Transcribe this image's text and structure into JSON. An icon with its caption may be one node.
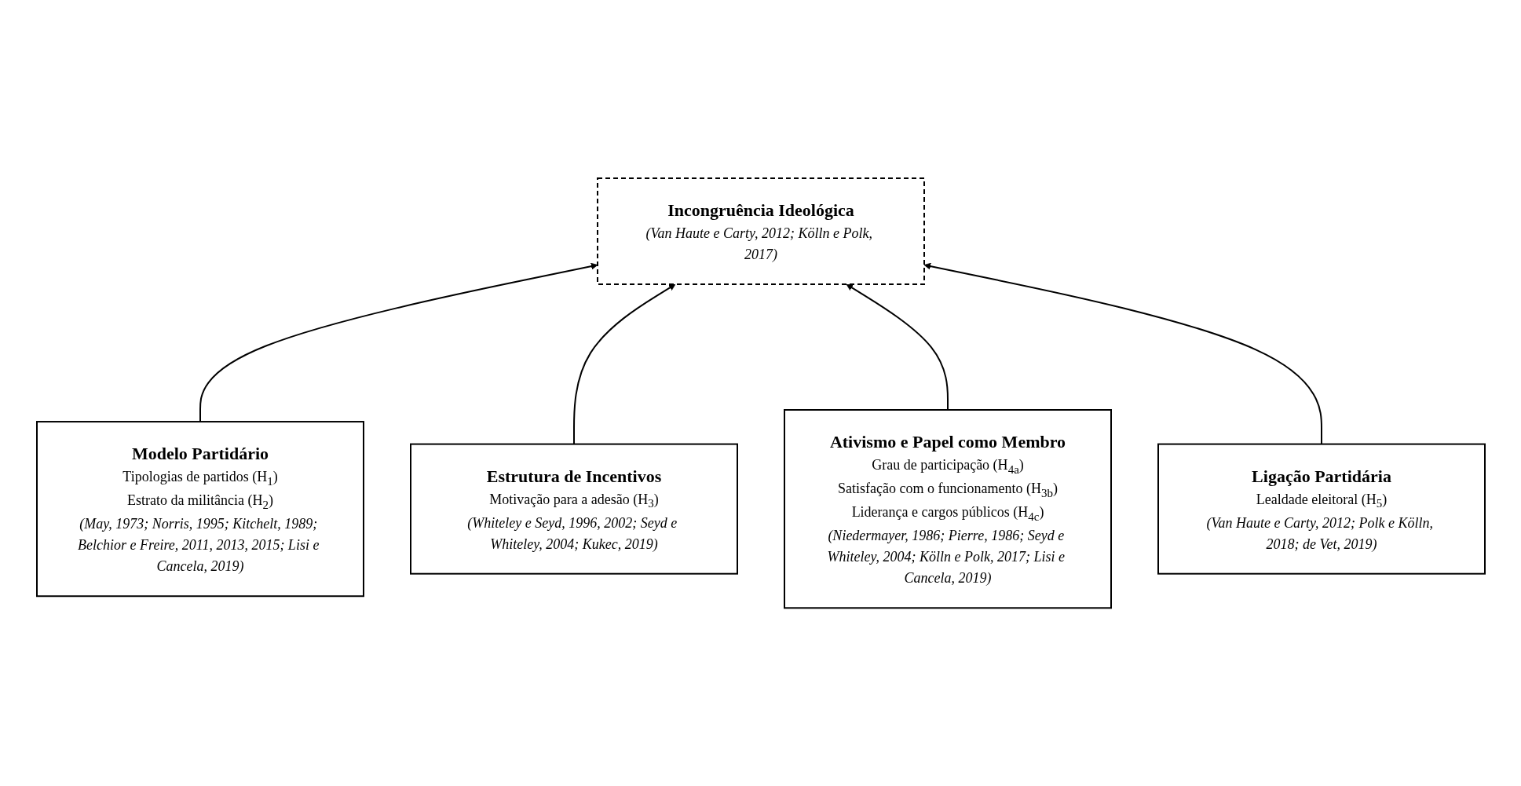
{
  "diagram": {
    "nodes": [
      {
        "text": [
          "Incongruência Ideológica",
          "(Van Haute e Carty, 2012; Kölln e Polk, 2017)"
        ]
      },
      {
        "text": [
          "Modelo Partidário",
          "Tipologias de partidos (H$_{1}$)",
          "Estrato da militância (H$_{2}$)",
          "(May, 1973; Norris, 1995; Kitchelt, 1989; Belchior e Freire, 2011, 2013, 2015; Lisi e Cancela, 2019)"
        ]
      },
      {
        "text": [
          "Estrutura de Incentivos",
          "Motivação para a adesão (H$_{3}$)",
          "(Whiteley e Seyd, 1996, 2002; Seyd e Whiteley, 2004; Kukec, 2019)"
        ]
      },
      {
        "text": [
          "Ativismo e Papel como Membro",
          "Grau de participação (H$_{4a}$)",
          "Satisfação com o funcionamento (H$_{3b}$)",
          "Liderança e cargos públicos (H$_{4c}$)",
          "(Niedermayer, 1986; Pierre, 1986; Seyd e Whiteley, 2004; Kölln e Polk, 2017; Lisi e Cancela, 2019)"
        ]
      },
      {
        "text": [
          "Ligação Partidária",
          "Lealdade eleitoral (H$_{5}$)",
          "(Van Haute e Carty, 2012; Polk e Kölln, 2018; de Vet, 2019)"
        ]
      }
    ],
    "edges": [
      {
        "from": 1,
        "to": 0,
        "arrow": "to"
      },
      {
        "from": 2,
        "to": 0,
        "arrow": "to"
      },
      {
        "from": 3,
        "to": 0,
        "arrow": "to"
      },
      {
        "from": 4,
        "to": 0,
        "arrow": "to"
      }
    ]
  }
}
